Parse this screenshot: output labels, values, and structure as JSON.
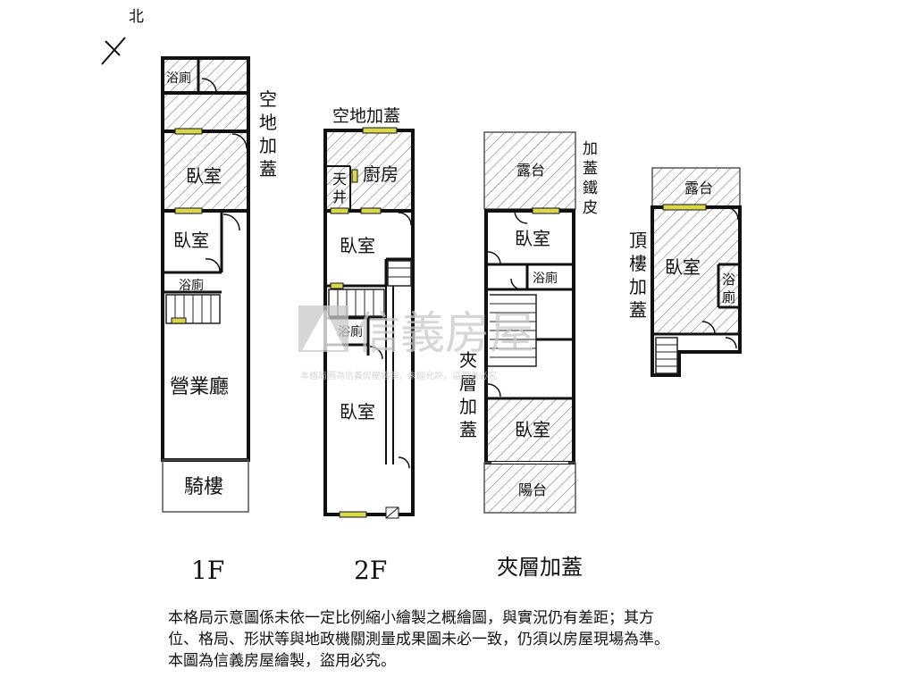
{
  "compass": {
    "north_label": "北"
  },
  "floors": {
    "f1": {
      "caption": "1F",
      "rooms": {
        "bath_top": "浴廁",
        "bedroom_a": "臥室",
        "bedroom_b": "臥室",
        "bath_mid": "浴廁",
        "hall": "營業廳",
        "arcade": "騎樓"
      },
      "note_vertical": "空地加蓋"
    },
    "f2": {
      "caption": "2F",
      "note_top": "空地加蓋",
      "rooms": {
        "kitchen": "廚房",
        "skywell_1": "天",
        "skywell_2": "井",
        "bedroom_a": "臥室",
        "bath": "浴廁",
        "bedroom_b": "臥室"
      }
    },
    "mezz": {
      "caption": "夾層加蓋",
      "note_right": "加蓋鐵皮",
      "note_left": "夾層加蓋",
      "rooms": {
        "terrace": "露台",
        "bedroom_a": "臥室",
        "bath": "浴廁",
        "bedroom_b": "臥室",
        "balcony": "陽台"
      }
    },
    "roof": {
      "note_left": "頂樓加蓋",
      "rooms": {
        "terrace": "露台",
        "bedroom": "臥室",
        "bath_1": "浴",
        "bath_2": "廁"
      }
    }
  },
  "watermark": {
    "brand": "信義房屋",
    "subtext": "本格局圖為信義房屋繪製，未經允許，盜用者必究"
  },
  "disclaimer": {
    "line1": "本格局示意圖係未依一定比例縮小繪製之概繪圖，與實況仍有差距；其方",
    "line2": "位、格局、形狀等與地政機關測量成果圖未必一致，仍須以房屋現場為準。",
    "line3": "本圖為信義房屋繪製，盜用必究。"
  },
  "colors": {
    "wall": "#111111",
    "hatch": "#555555",
    "window": "#d8d84a",
    "watermark": "#c9c9c9"
  }
}
